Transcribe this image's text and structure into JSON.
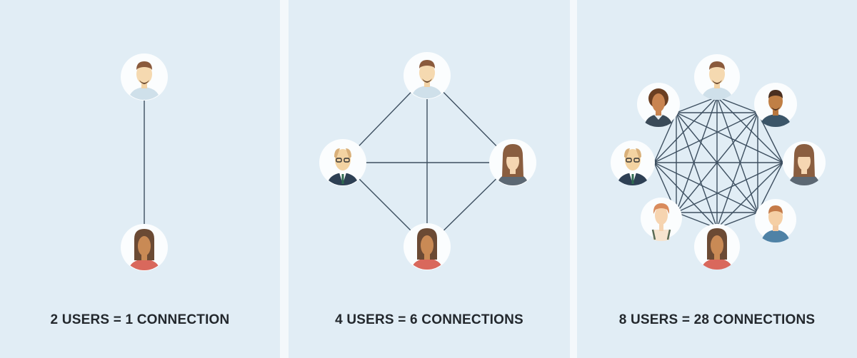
{
  "colors": {
    "background": "#e1edf5",
    "divider": "#f4f8fb",
    "line": "#3d4f60",
    "caption_text": "#23282d",
    "avatar_bg": "#ffffff"
  },
  "panels": [
    {
      "caption": "2 USERS = 1 CONNECTION",
      "users": 2,
      "connections": 1,
      "avatars": [
        "man-beard-icon",
        "woman-red-top-icon"
      ]
    },
    {
      "caption": "4 USERS = 6 CONNECTIONS",
      "users": 4,
      "connections": 6,
      "avatars": [
        "man-beard-icon",
        "old-man-glasses-icon",
        "woman-long-hair-icon",
        "woman-red-top-icon"
      ]
    },
    {
      "caption": "8 USERS = 28 CONNECTIONS",
      "users": 8,
      "connections": 28,
      "avatars": [
        "man-beard-icon",
        "man-dark-skin-icon",
        "woman-long-hair-icon",
        "young-man-blue-shirt-icon",
        "woman-red-top-icon",
        "woman-short-hair-icon",
        "old-man-glasses-icon",
        "woman-curly-hair-icon"
      ]
    }
  ]
}
